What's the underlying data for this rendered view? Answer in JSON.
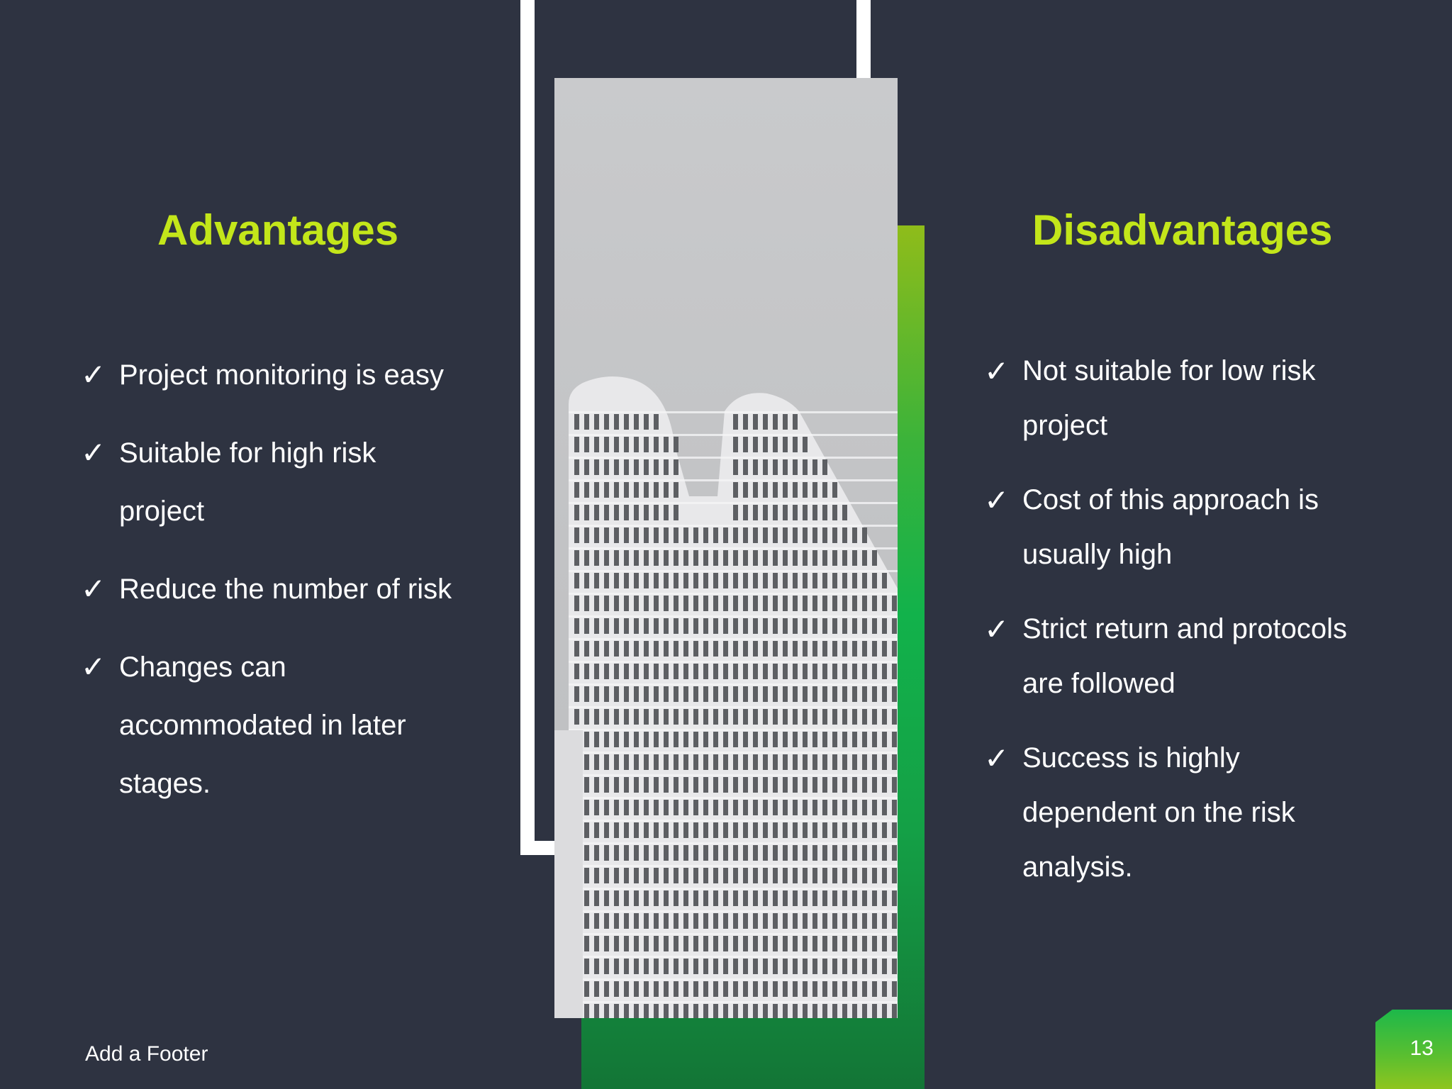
{
  "advantages": {
    "heading": "Advantages",
    "items": [
      "Project monitoring is easy",
      "Suitable for high risk project",
      "Reduce the number of risk",
      "Changes can accommodated in later stages."
    ]
  },
  "disadvantages": {
    "heading": "Disadvantages",
    "items": [
      "Not suitable for low risk project",
      "Cost of this approach is usually high",
      "Strict return and protocols are followed",
      "Success is highly dependent on the risk analysis."
    ]
  },
  "bullet_glyph": "✓",
  "footer": "Add a Footer",
  "page_number": "13",
  "colors": {
    "background": "#2e3341",
    "heading": "#c3e61a",
    "accent_green": "#12b24b",
    "text": "#ffffff"
  }
}
